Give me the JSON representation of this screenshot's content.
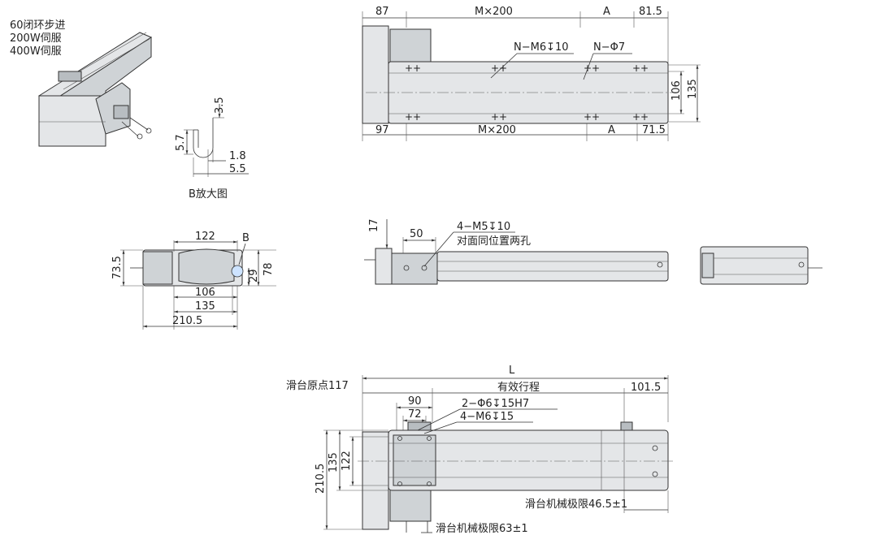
{
  "motor_options": [
    "60闭环步进",
    "200W伺服",
    "400W伺服"
  ],
  "detail_b": {
    "caption": "B放大图",
    "dims": {
      "height": "5.7",
      "top": "3.5",
      "inner": "1.8",
      "outer": "5.5"
    }
  },
  "top_view": {
    "top_dims": {
      "left": "87",
      "pitch": "M×200",
      "a": "A",
      "right": "81.5"
    },
    "bottom_dims": {
      "left": "97",
      "pitch": "M×200",
      "a": "A",
      "right": "71.5"
    },
    "side_dims": {
      "inner": "106",
      "outer": "135"
    },
    "callouts": {
      "holes": "N−M6↧10",
      "pins": "N−Φ7"
    }
  },
  "end_view": {
    "dims": {
      "top": "122",
      "left": "73.5",
      "right": "78",
      "small": "29",
      "w1": "106",
      "w2": "135",
      "w3": "210.5"
    },
    "label_b": "B"
  },
  "side_view": {
    "dims": {
      "height": "17",
      "spacing": "50"
    },
    "callout_1": "4−M5↧10",
    "callout_2": "对面同位置两孔"
  },
  "bottom_view": {
    "dims": {
      "total": "L",
      "home": "滑台原点117",
      "stroke": "有效行程",
      "right": "101.5",
      "w90": "90",
      "w72": "72",
      "h135": "135",
      "h122": "122",
      "h210": "210.5"
    },
    "callouts": {
      "pins": "2−Φ6↧15H7",
      "holes": "4−M6↧15"
    },
    "limit_right": "滑台机械极限46.5±1",
    "limit_left": "滑台机械极限63±1"
  }
}
